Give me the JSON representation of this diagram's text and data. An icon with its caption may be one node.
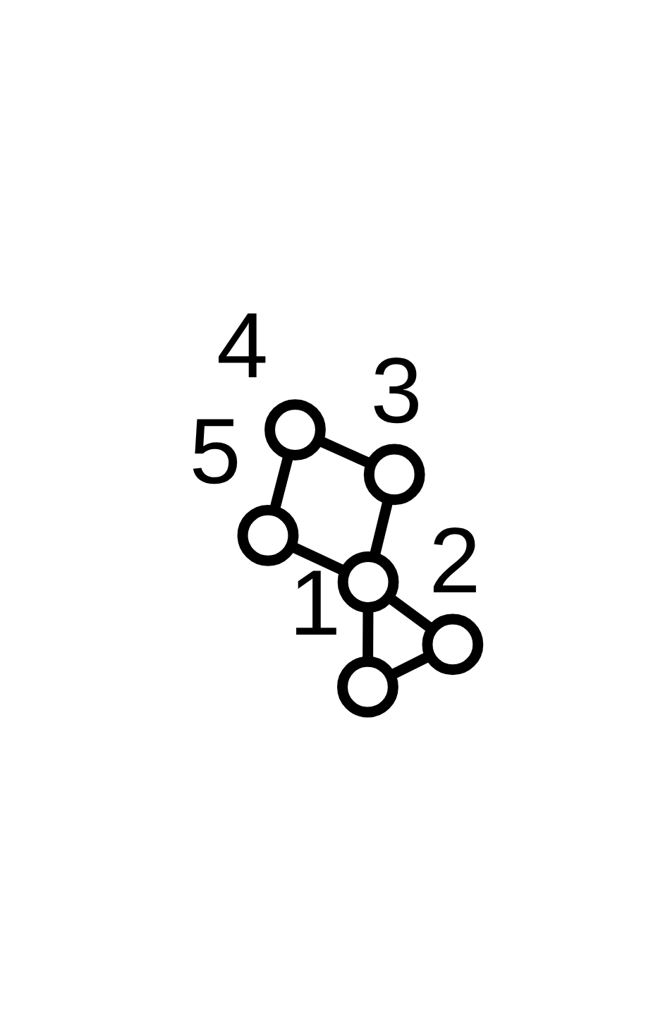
{
  "diagram": {
    "nodes": [
      {
        "text": [],
        "shape": "circle",
        "beside": [
          "1"
        ]
      },
      {
        "text": [],
        "shape": "circle",
        "beside": [
          "2"
        ]
      },
      {
        "text": [],
        "shape": "circle"
      },
      {
        "text": [],
        "shape": "circle",
        "beside": [
          "3"
        ]
      },
      {
        "text": [],
        "shape": "circle",
        "beside": [
          "4"
        ]
      },
      {
        "text": [],
        "shape": "circle",
        "beside": [
          "5"
        ]
      }
    ],
    "edges": [
      {
        "from": 0,
        "to": 1,
        "arrow": "none"
      },
      {
        "from": 1,
        "to": 2,
        "arrow": "none"
      },
      {
        "from": 2,
        "to": 0,
        "arrow": "none"
      },
      {
        "from": 2,
        "to": 3,
        "arrow": "none"
      },
      {
        "from": 3,
        "to": 4,
        "arrow": "none"
      },
      {
        "from": 4,
        "to": 5,
        "arrow": "none"
      },
      {
        "from": 5,
        "to": 2,
        "arrow": "none"
      }
    ]
  }
}
